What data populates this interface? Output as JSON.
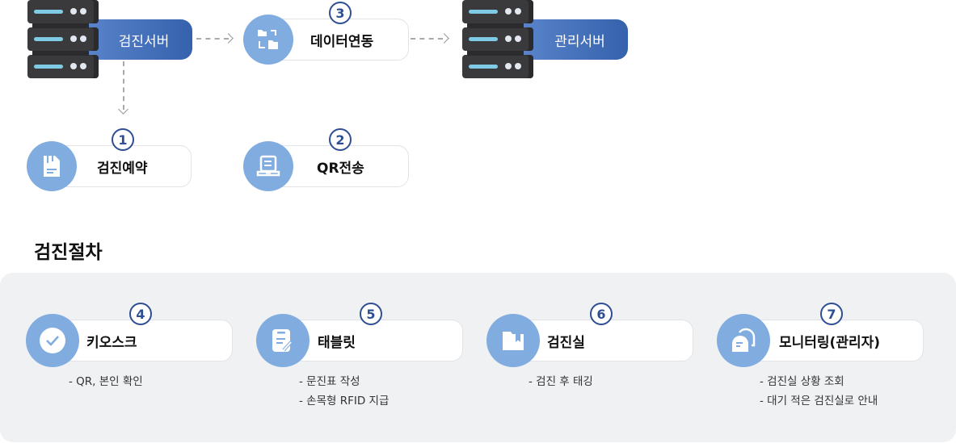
{
  "top_flow": {
    "exam_server": {
      "label": "검진서버",
      "icon": "server-icon"
    },
    "admin_server": {
      "label": "관리서버",
      "icon": "server-icon"
    },
    "data_link": {
      "step": "3",
      "label": "데이터연동",
      "icon": "folder-sync-icon"
    },
    "reservation": {
      "step": "1",
      "label": "검진예약",
      "icon": "clipboard-clip-icon"
    },
    "qr_send": {
      "step": "2",
      "label": "QR전송",
      "icon": "laptop-icon"
    }
  },
  "procedure": {
    "title": "검진절차",
    "steps": [
      {
        "step": "4",
        "label": "키오스크",
        "icon": "check-circle-icon",
        "details": [
          "- QR, 본인 확인"
        ]
      },
      {
        "step": "5",
        "label": "태블릿",
        "icon": "clipboard-edit-icon",
        "details": [
          "- 문진표 작성",
          "- 손목형 RFID 지급"
        ]
      },
      {
        "step": "6",
        "label": "검진실",
        "icon": "bookmark-folder-icon",
        "details": [
          "- 검진 후 태깅"
        ]
      },
      {
        "step": "7",
        "label": "모니터링(관리자)",
        "icon": "chat-bubbles-icon",
        "details": [
          "- 검진실 상황 조회",
          "- 대기 적은 검진실로 안내"
        ]
      }
    ]
  },
  "colors": {
    "accent_circle": "#80ace0",
    "server_box_start": "#5b86cc",
    "server_box_end": "#3561ad",
    "badge": "#2e4f93",
    "panel_bg": "#f0f1f3"
  }
}
